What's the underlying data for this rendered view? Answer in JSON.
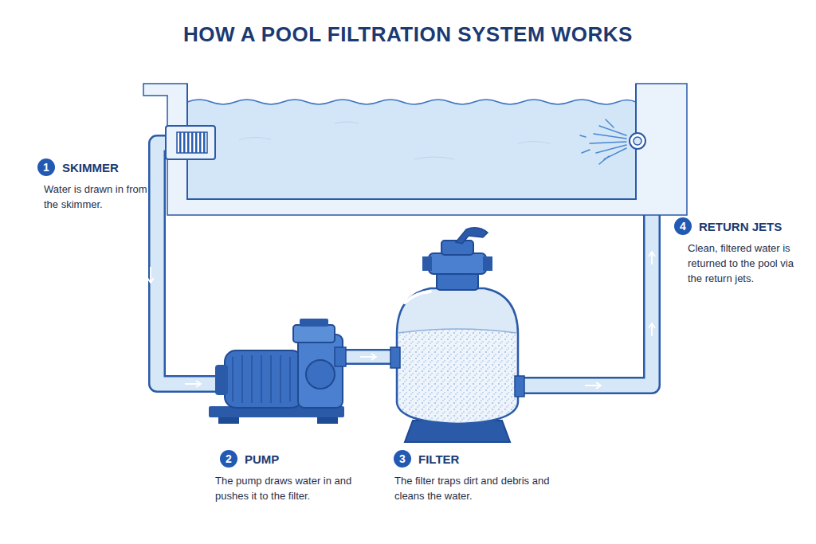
{
  "diagram": {
    "title": "HOW A POOL FILTRATION SYSTEM WORKS",
    "nodes": [
      {
        "text": [
          "1",
          "SKIMMER",
          "Water is drawn in from the skimmer."
        ]
      },
      {
        "text": [
          "2",
          "PUMP",
          "The pump draws water in and pushes it to the filter."
        ]
      },
      {
        "text": [
          "3",
          "FILTER",
          "The filter traps dirt and debris and cleans the water."
        ]
      },
      {
        "text": [
          "4",
          "RETURN JETS",
          "Clean, filtered water is returned to the pool via the return jets."
        ]
      }
    ]
  }
}
